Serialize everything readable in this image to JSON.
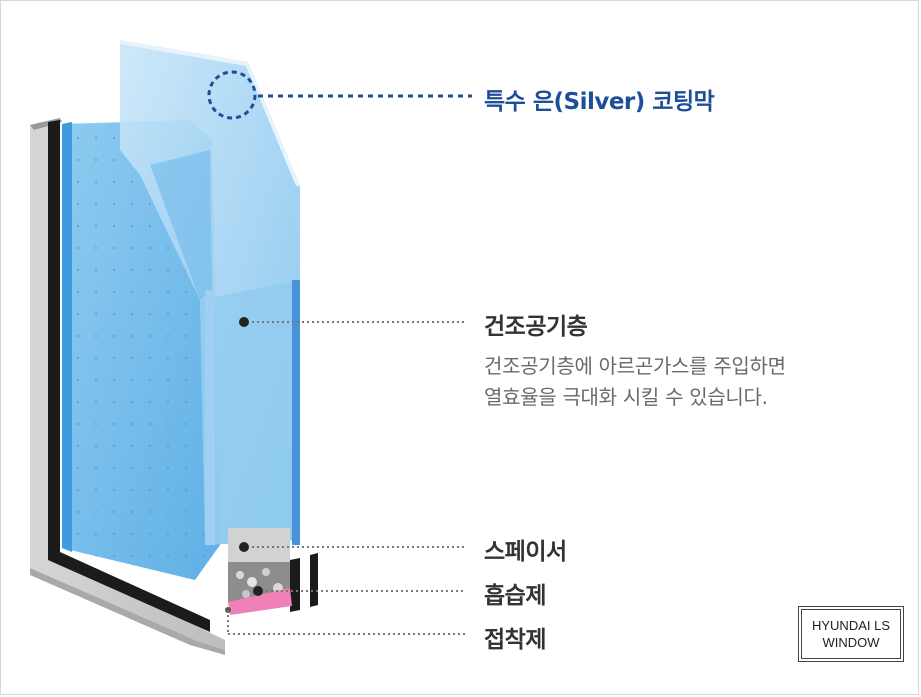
{
  "labels": {
    "silver_coating": "특수 은(Silver) 코팅막",
    "dry_air_layer": "건조공기층",
    "dry_air_desc_line1": "건조공기층에 아르곤가스를 주입하면",
    "dry_air_desc_line2": "열효율을 극대화 시킬 수 있습니다.",
    "spacer": "스페이서",
    "desiccant": "흡습제",
    "adhesive": "접착제"
  },
  "logo": {
    "line1": "HYUNDAI LS",
    "line2": "WINDOW"
  },
  "colors": {
    "glass_blue": "#5fb4ea",
    "coating_label": "#1f4e99",
    "adhesive_pink": "#f080b8",
    "frame_grey": "#c8c8c8"
  }
}
